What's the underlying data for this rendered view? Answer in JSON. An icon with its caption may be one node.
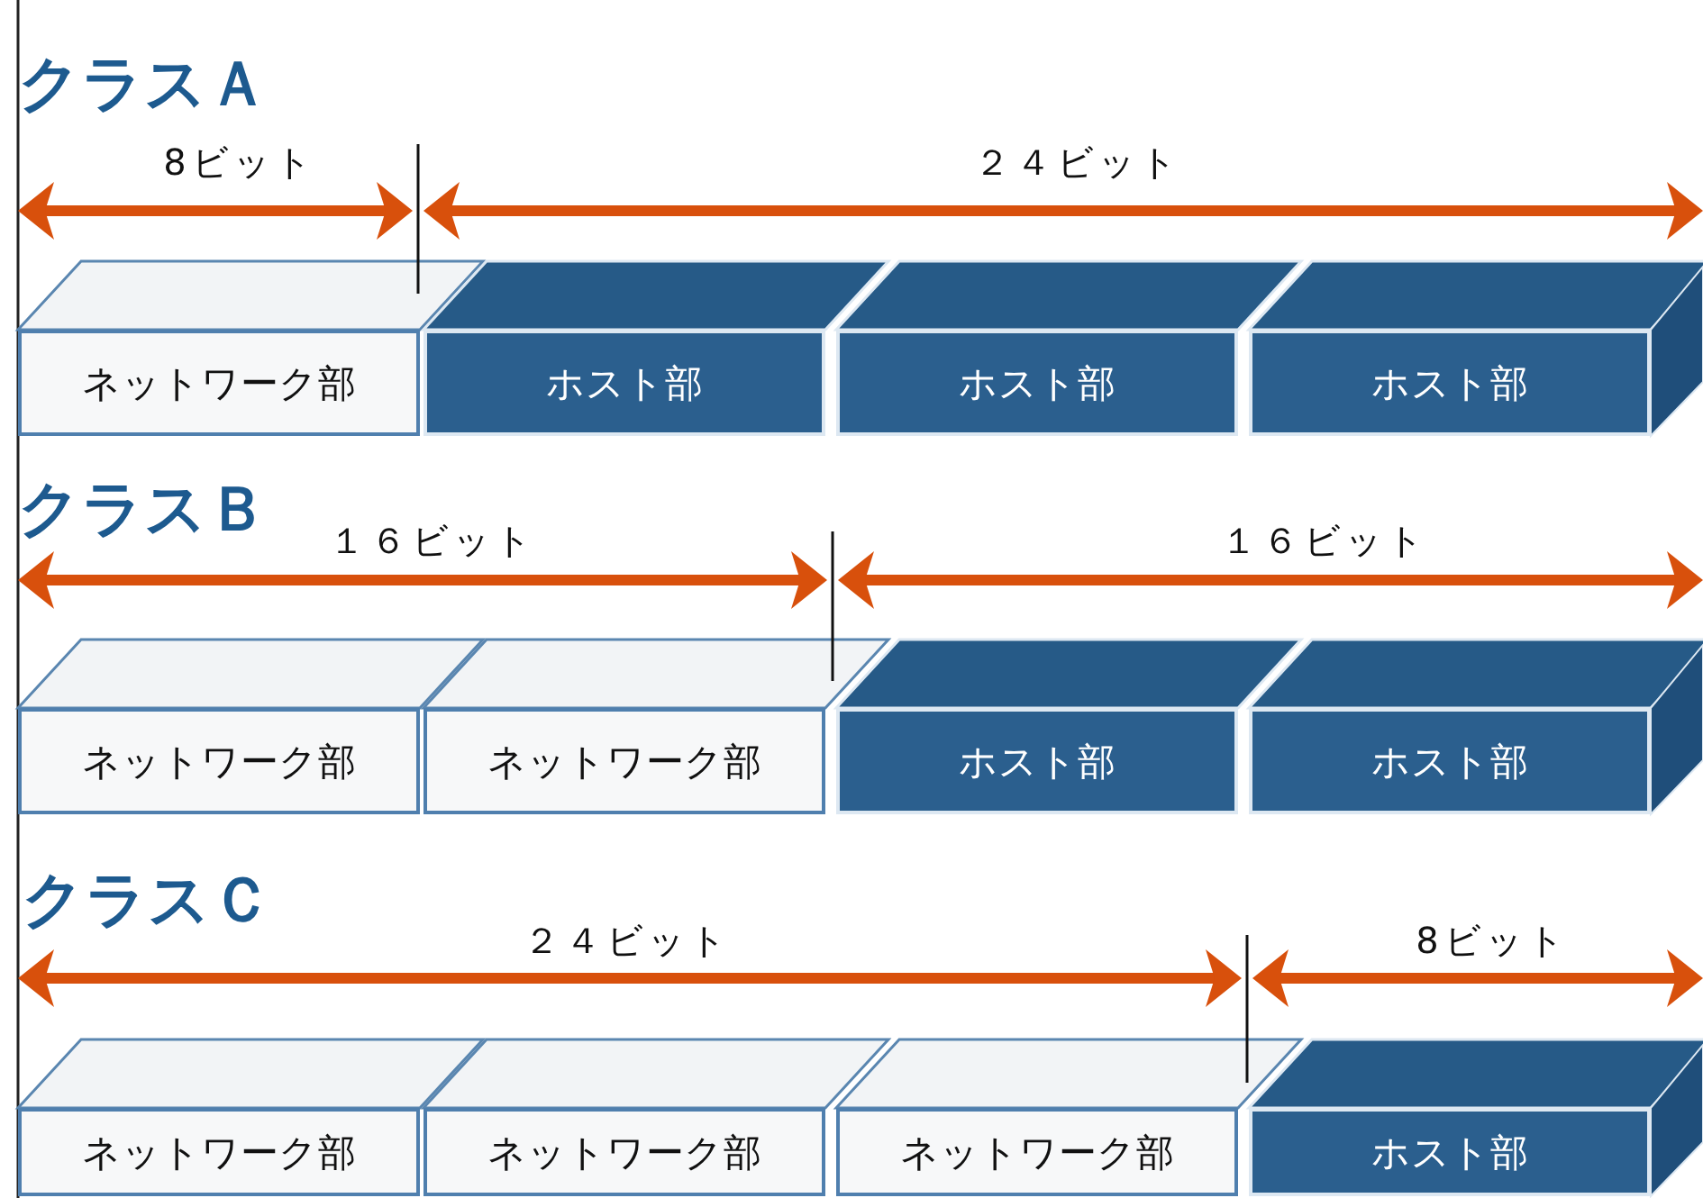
{
  "diagram": {
    "nodes": [
      {
        "text": [
          "ネットワーク部"
        ]
      },
      {
        "text": [
          "ホスト部"
        ]
      },
      {
        "text": [
          "ホスト部"
        ]
      },
      {
        "text": [
          "ホスト部"
        ]
      },
      {
        "text": [
          "ネットワーク部"
        ]
      },
      {
        "text": [
          "ネットワーク部"
        ]
      },
      {
        "text": [
          "ホスト部"
        ]
      },
      {
        "text": [
          "ホスト部"
        ]
      },
      {
        "text": [
          "ネットワーク部"
        ]
      },
      {
        "text": [
          "ネットワーク部"
        ]
      },
      {
        "text": [
          "ネットワーク部"
        ]
      },
      {
        "text": [
          "ホスト部"
        ]
      }
    ],
    "labels": [
      "クラスＡ",
      "8ビット",
      "２４ビット",
      "クラスＢ",
      "１６ビット",
      "１６ビット",
      "クラスＣ",
      "２４ビット",
      "8ビット"
    ]
  }
}
